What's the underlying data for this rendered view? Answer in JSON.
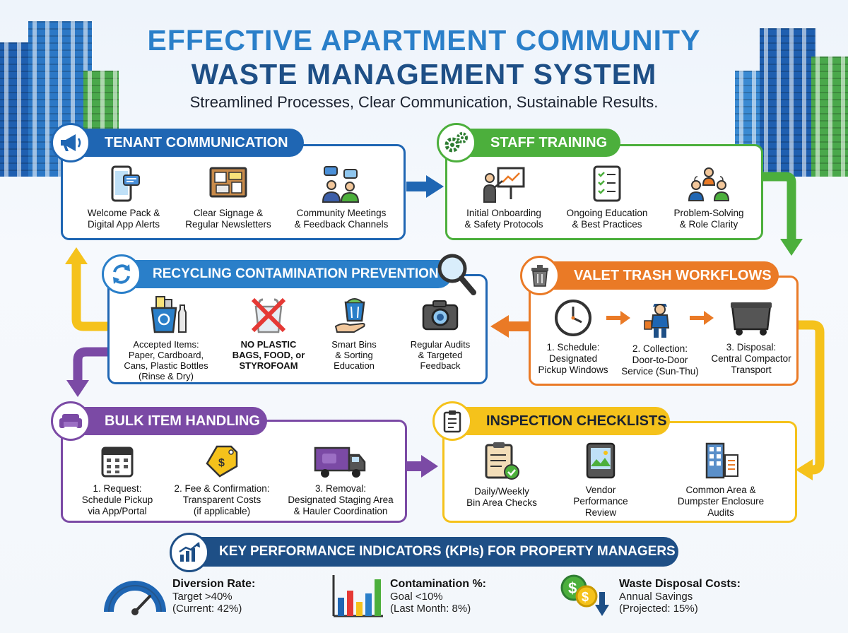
{
  "title_line1": "EFFECTIVE APARTMENT COMMUNITY",
  "title_line2": "WASTE MANAGEMENT SYSTEM",
  "subtitle": "Streamlined Processes, Clear Communication, Sustainable Results.",
  "colors": {
    "blue": "#1f66b3",
    "green": "#4caf3c",
    "orange": "#ea7a26",
    "purple": "#7b4aa5",
    "yellow": "#f5c21b",
    "navy": "#1e4f86"
  },
  "tenant_communication": {
    "title": "TENANT COMMUNICATION",
    "icon": "megaphone-icon",
    "items": [
      {
        "icon": "smartphone-icon",
        "line1": "Welcome Pack &",
        "line2": "Digital App Alerts"
      },
      {
        "icon": "bulletin-board-icon",
        "line1": "Clear Signage &",
        "line2": "Regular Newsletters"
      },
      {
        "icon": "people-chat-icon",
        "line1": "Community Meetings",
        "line2": "& Feedback Channels"
      }
    ]
  },
  "staff_training": {
    "title": "STAFF TRAINING",
    "icon": "gears-icon",
    "items": [
      {
        "icon": "presenter-icon",
        "line1": "Initial Onboarding",
        "line2": "& Safety Protocols"
      },
      {
        "icon": "checklist-tablet-icon",
        "line1": "Ongoing Education",
        "line2": "& Best Practices"
      },
      {
        "icon": "team-icon",
        "line1": "Problem-Solving",
        "line2": "& Role Clarity"
      }
    ]
  },
  "recycling": {
    "title": "RECYCLING CONTAMINATION PREVENTION",
    "icon": "recycle-arrows-icon",
    "items": [
      {
        "icon": "recycle-bin-icon",
        "lines": [
          "Accepted Items:",
          "Paper, Cardboard,",
          "Cans, Plastic Bottles",
          "(Rinse & Dry)"
        ]
      },
      {
        "icon": "no-plastic-bag-icon",
        "lines": [
          "NO PLASTIC",
          "BAGS, FOOD, or",
          "STYROFOAM"
        ]
      },
      {
        "icon": "hand-bin-icon",
        "lines": [
          "Smart Bins",
          "& Sorting",
          "Education"
        ]
      },
      {
        "icon": "camera-icon",
        "lines": [
          "Regular Audits",
          "& Targeted",
          "Feedback"
        ]
      }
    ]
  },
  "valet": {
    "title": "VALET TRASH WORKFLOWS",
    "icon": "trash-can-icon",
    "items": [
      {
        "icon": "clock-icon",
        "lines": [
          "1. Schedule:",
          "Designated",
          "Pickup Windows"
        ]
      },
      {
        "icon": "worker-icon",
        "lines": [
          "2. Collection:",
          "Door-to-Door",
          "Service (Sun-Thu)"
        ]
      },
      {
        "icon": "compactor-icon",
        "lines": [
          "3. Disposal:",
          "Central Compactor",
          "Transport"
        ]
      }
    ]
  },
  "bulk": {
    "title": "BULK ITEM HANDLING",
    "icon": "sofa-icon",
    "items": [
      {
        "icon": "calendar-icon",
        "lines": [
          "1. Request:",
          "Schedule Pickup",
          "via App/Portal"
        ]
      },
      {
        "icon": "price-tag-icon",
        "lines": [
          "2. Fee & Confirmation:",
          "Transparent Costs",
          "(if applicable)"
        ]
      },
      {
        "icon": "truck-icon",
        "lines": [
          "3. Removal:",
          "Designated Staging Area",
          "& Hauler Coordination"
        ]
      }
    ]
  },
  "inspection": {
    "title": "INSPECTION CHECKLISTS",
    "icon": "clipboard-icon",
    "items": [
      {
        "icon": "clipboard-check-icon",
        "lines": [
          "Daily/Weekly",
          "Bin Area Checks"
        ]
      },
      {
        "icon": "tablet-image-icon",
        "lines": [
          "Vendor",
          "Performance",
          "Review"
        ]
      },
      {
        "icon": "building-audit-icon",
        "lines": [
          "Common Area &",
          "Dumpster Enclosure",
          "Audits"
        ]
      }
    ]
  },
  "kpi": {
    "title": "KEY PERFORMANCE INDICATORS (KPIs) FOR PROPERTY MANAGERS",
    "icon": "growth-chart-icon",
    "metrics": [
      {
        "icon": "gauge-icon",
        "label": "Diversion Rate:",
        "line1": "Target >40%",
        "line2": "(Current: 42%)"
      },
      {
        "icon": "bar-chart-icon",
        "label": "Contamination %:",
        "line1": "Goal <10%",
        "line2": "(Last Month: 8%)"
      },
      {
        "icon": "savings-icon",
        "label": "Waste Disposal Costs:",
        "line1": "Annual Savings",
        "line2": "(Projected: 15%)"
      }
    ]
  }
}
